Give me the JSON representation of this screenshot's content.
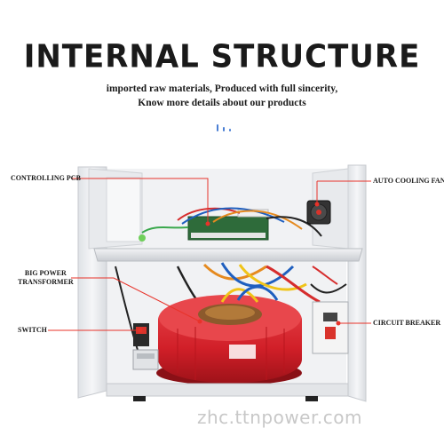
{
  "header": {
    "title": "INTERNAL STRUCTURE",
    "subtitle_line1": "imported raw materials, Produced with full sincerity,",
    "subtitle_line2": "Know more details about our products"
  },
  "callouts": {
    "controlling_pcb": "CONTROLLING PCB",
    "big_power_transformer_line1": "BIG POWER",
    "big_power_transformer_line2": "TRANSFORMER",
    "switch": "SWITCH",
    "auto_cooling_fan": "AUTO COOLING FAN",
    "circuit_breaker": "CIRCUIT BREAKER"
  },
  "watermark": "zhc.ttnpower.com",
  "colors": {
    "callout_line": "#e8332a",
    "scroll_hint": "#4a7fd4",
    "transformer_red": "#d8262e",
    "casing": "#eef0f2"
  }
}
